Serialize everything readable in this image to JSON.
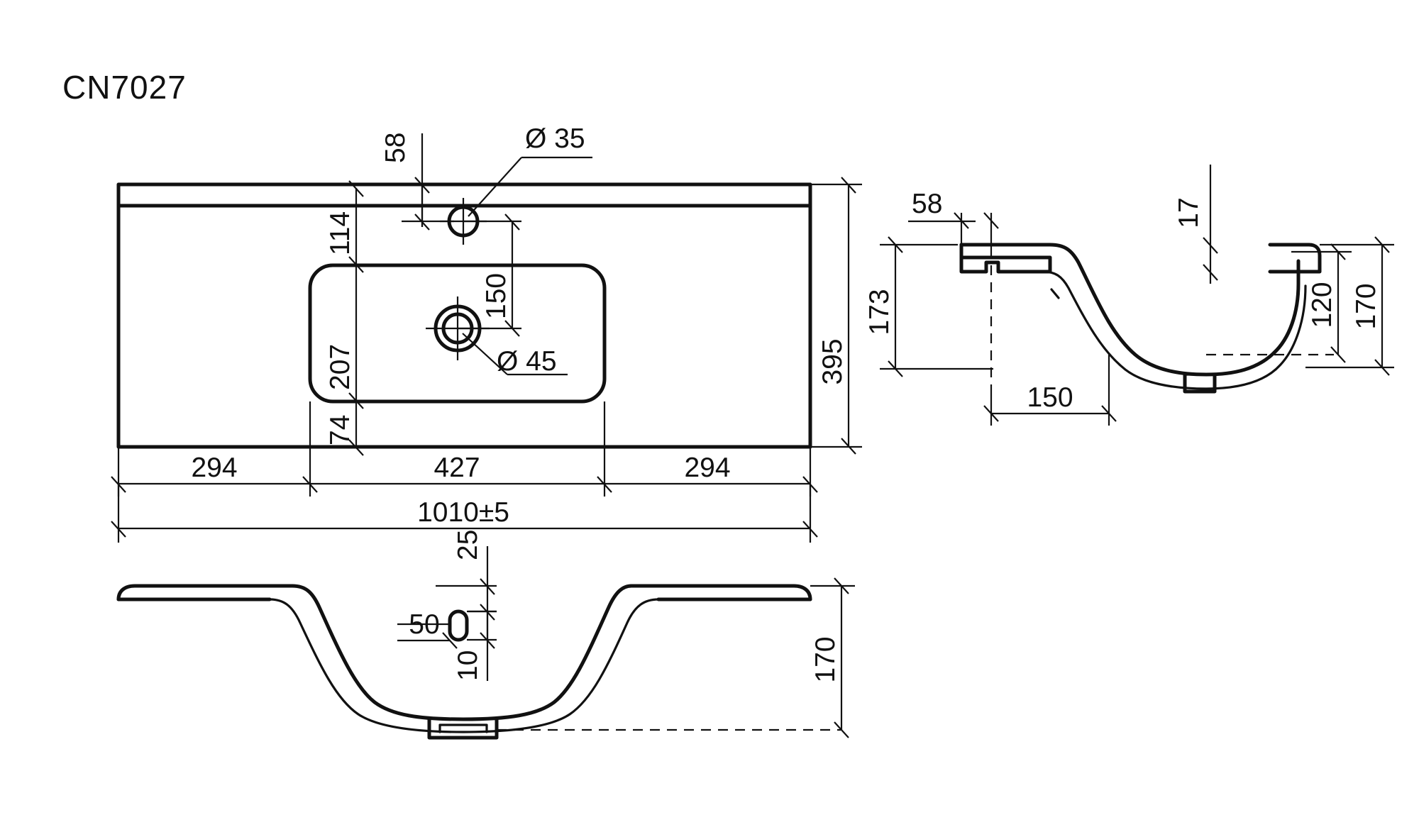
{
  "drawing": {
    "title": "CN7027",
    "product_type": "washbasin-technical-drawing",
    "units": "mm",
    "line_color": "#111111",
    "background_color": "#ffffff"
  },
  "views": {
    "top": {
      "name": "top-view",
      "dimensions": {
        "overall_width": "1010±5",
        "overall_depth": "395",
        "left_segment": "294",
        "center_segment": "427",
        "right_segment": "294",
        "back_to_tap_hole": "58",
        "back_to_bowl": "114",
        "bowl_depth": "207",
        "bowl_front_to_edge": "74",
        "tap_to_drain": "150",
        "tap_hole_dia": "Ø 35",
        "drain_hole_dia": "Ø 45"
      }
    },
    "side_section": {
      "name": "side-section-view",
      "dimensions": {
        "rim_back_offset": "58",
        "back_height": "173",
        "rim_front_thickness": "17",
        "bowl_inner_depth": "120",
        "overall_height": "170",
        "drain_from_back": "150"
      }
    },
    "front_section": {
      "name": "front-section-view",
      "dimensions": {
        "rim_to_overflow": "25",
        "overflow_width": "50",
        "overflow_height": "10",
        "overall_height": "170"
      }
    }
  },
  "labels": {
    "d58_top": "58",
    "d114": "114",
    "d207": "207",
    "d74": "74",
    "d150_top": "150",
    "dia35": "Ø 35",
    "dia45": "Ø 45",
    "d395": "395",
    "d294_left": "294",
    "d427": "427",
    "d294_right": "294",
    "d1010": "1010±5",
    "s58": "58",
    "s173": "173",
    "s17": "17",
    "s120": "120",
    "s170": "170",
    "s150": "150",
    "f25": "25",
    "f50": "50",
    "f10": "10",
    "f170": "170"
  }
}
